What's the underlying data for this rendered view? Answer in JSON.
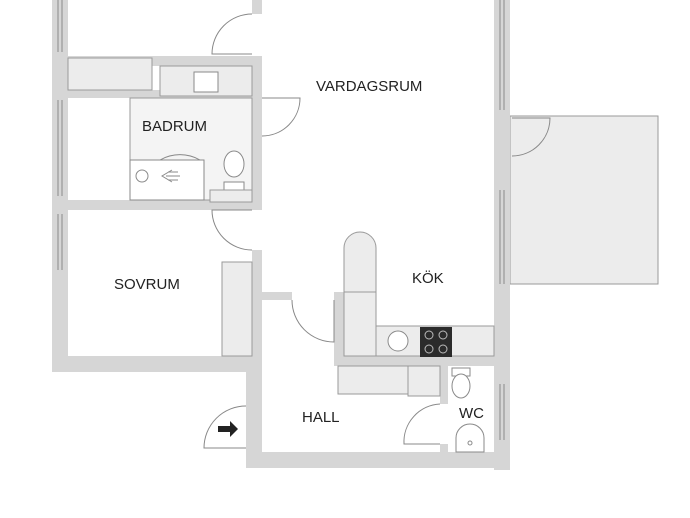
{
  "rooms": {
    "vardagsrum": "VARDAGSRUM",
    "badrum": "BADRUM",
    "sovrum": "SOVRUM",
    "kok": "KÖK",
    "hall": "HALL",
    "wc": "WC"
  },
  "icons": [
    "entrance-arrow-icon",
    "stove-icon",
    "toilet-icon",
    "sink-icon",
    "shower-icon",
    "bathtub-icon"
  ],
  "colors": {
    "wall": "#d6d6d6",
    "fixture": "#ececec",
    "stove": "#2b2b2b",
    "balcony": "#ececec"
  }
}
